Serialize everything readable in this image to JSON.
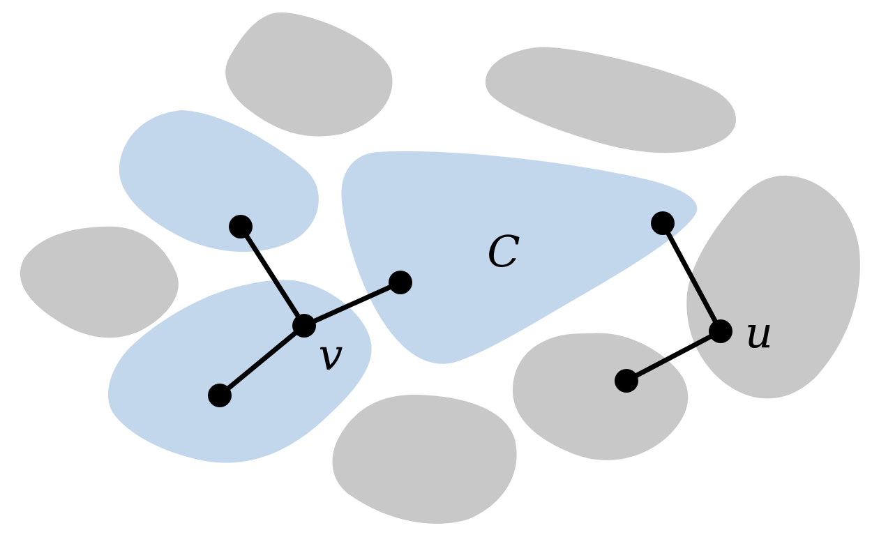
{
  "diagram": {
    "labels": {
      "cluster_c": "C",
      "vertex_v": "v",
      "vertex_u": "u"
    },
    "colors": {
      "highlight_region": "#c3d7ec",
      "other_region": "#c8c8c8",
      "vertex": "#000000",
      "edge": "#000000",
      "background": "#ffffff"
    }
  }
}
